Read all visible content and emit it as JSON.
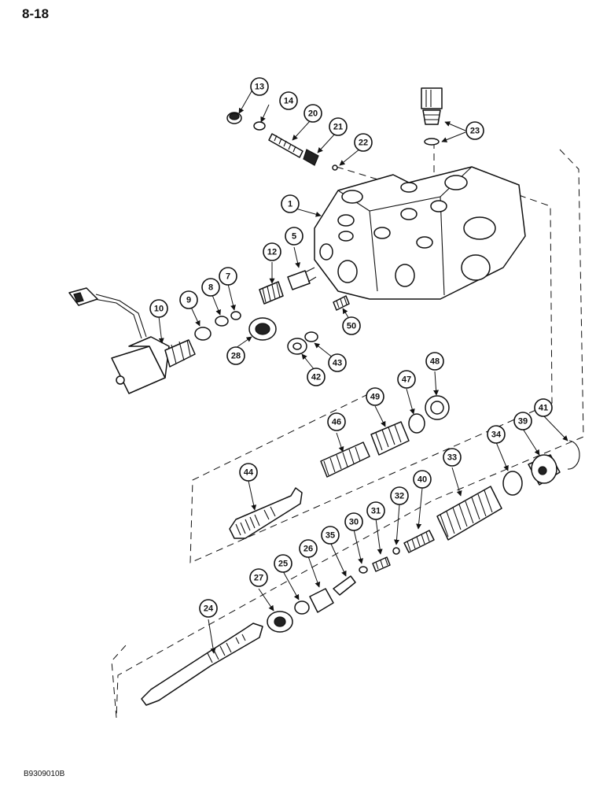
{
  "page_number": "8-18",
  "figure_code": "B9309010B",
  "callouts": [
    "1",
    "5",
    "7",
    "8",
    "9",
    "10",
    "12",
    "13",
    "14",
    "20",
    "21",
    "22",
    "23",
    "24",
    "25",
    "26",
    "27",
    "28",
    "30",
    "31",
    "32",
    "33",
    "34",
    "35",
    "39",
    "40",
    "41",
    "42",
    "43",
    "44",
    "46",
    "47",
    "48",
    "49",
    "50"
  ]
}
